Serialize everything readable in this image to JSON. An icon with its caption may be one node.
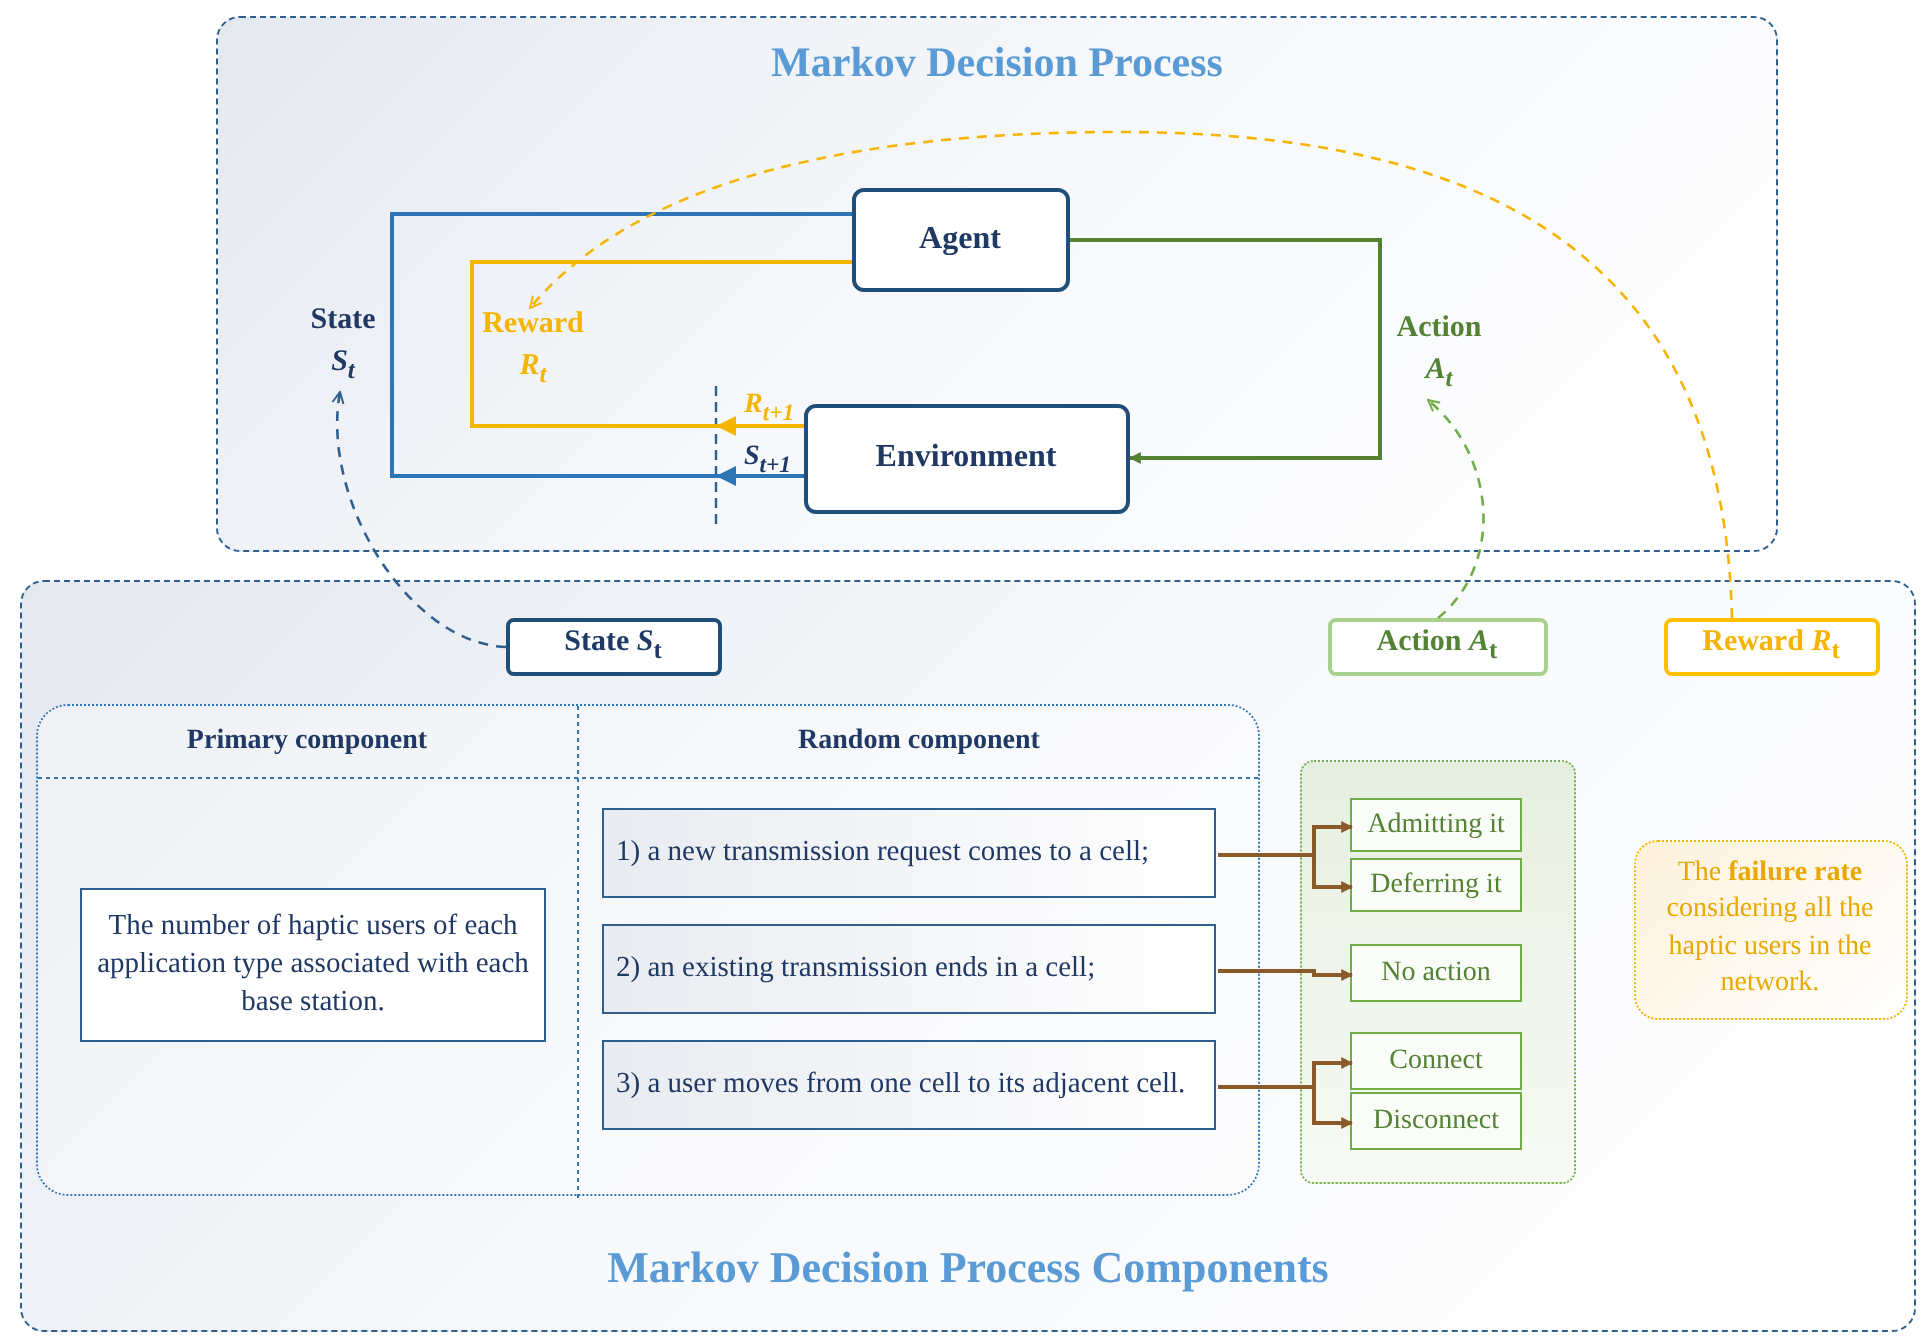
{
  "diagram": {
    "nodes": [
      {
        "text": [
          "Markov Decision Process"
        ]
      },
      {
        "text": [
          "Agent"
        ],
        "in": 0
      },
      {
        "text": [
          "Environment"
        ],
        "in": 0
      },
      {
        "text": [
          "State",
          "S$_{t}$"
        ],
        "in": 0
      },
      {
        "text": [
          "Reward",
          "R$_{t}$"
        ],
        "in": 0
      },
      {
        "text": [
          "Action",
          "A$_{t}$"
        ],
        "in": 0
      },
      {
        "text": [
          "Markov Decision Process Components"
        ]
      },
      {
        "text": [
          "State *S*$_{t}$"
        ],
        "in": 6
      },
      {
        "text": [
          "Action *A*$_{t}$"
        ],
        "in": 6
      },
      {
        "text": [
          "Reward *R*$_{t}$"
        ],
        "in": 6
      },
      {
        "text": [
          "Primary component",
          "Random component"
        ],
        "in": 6
      },
      {
        "text": [
          "The number of haptic users of each application type associated with each base station."
        ],
        "in": 10
      },
      {
        "text": [
          "1) a new transmission request comes to a cell;"
        ],
        "in": 10
      },
      {
        "text": [
          "2) an existing transmission ends in a cell;"
        ],
        "in": 10
      },
      {
        "text": [
          "3) a user moves from one cell to its adjacent cell."
        ],
        "in": 10
      },
      {
        "text": [],
        "shape": "box",
        "in": 6
      },
      {
        "text": [
          "Admitting it"
        ],
        "in": 15
      },
      {
        "text": [
          "Deferring it"
        ],
        "in": 15
      },
      {
        "text": [
          "No action"
        ],
        "in": 15
      },
      {
        "text": [
          "Connect"
        ],
        "in": 15
      },
      {
        "text": [
          "Disconnect"
        ],
        "in": 15
      },
      {
        "text": [
          "The **failure rate** considering all the haptic users in the network."
        ],
        "in": 6
      }
    ],
    "edges": [
      {
        "from": 2,
        "to": 1,
        "arrow": "to",
        "label": "R$_{t+1}$",
        "color": "#f5b400"
      },
      {
        "from": 2,
        "to": 1,
        "arrow": "to",
        "label": "S$_{t+1}$",
        "color": "#2e75b6"
      },
      {
        "from": 1,
        "to": 2,
        "arrow": "to",
        "color": "#548235"
      },
      {
        "from": 7,
        "to": 3,
        "arrow": "to",
        "style": "dashed",
        "color": "#2e5f8f"
      },
      {
        "from": 8,
        "to": 5,
        "arrow": "to",
        "style": "dashed",
        "color": "#70ad47"
      },
      {
        "from": 9,
        "to": 4,
        "arrow": "to",
        "style": "dashed",
        "color": "#f5b400"
      },
      {
        "from": 12,
        "to": 16,
        "arrow": "to"
      },
      {
        "from": 12,
        "to": 17,
        "arrow": "to"
      },
      {
        "from": 13,
        "to": 18,
        "arrow": "to"
      },
      {
        "from": 14,
        "to": 19,
        "arrow": "to"
      },
      {
        "from": 14,
        "to": 20,
        "arrow": "to"
      }
    ]
  }
}
